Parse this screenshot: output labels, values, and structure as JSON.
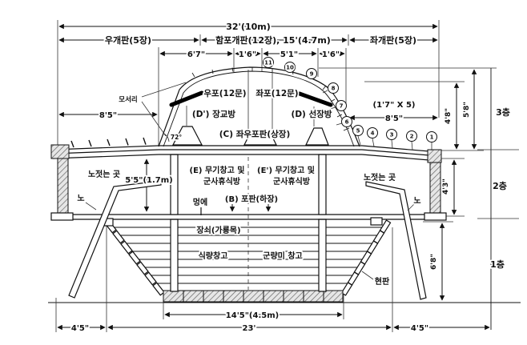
{
  "dims": {
    "overall": "32'(10m)",
    "right_panel": "우개판(5장)",
    "center_panel": "함포개판(12장), 15'(4.7m)",
    "left_panel": "좌개판(5장)",
    "d67": "6'7\"",
    "d16a": "1'6\"",
    "d51": "5'1\"",
    "d16b": "1'6\"",
    "d85_left": "8'5\"",
    "plate_size": "(1'7\" X 5)",
    "d85_right": "8'5\"",
    "d48": "4'8\"",
    "d58": "5'8\"",
    "d43": "4'3\"",
    "d68": "6'8\"",
    "h55": "5'5\"(1.7m)",
    "d145": "14'5\"(4.5m)",
    "d45_left": "4'5\"",
    "d23": "23'",
    "d45_right": "4'5\"",
    "angle": "72°"
  },
  "floors": {
    "f3": "3층",
    "f2": "2층",
    "f1": "1층"
  },
  "labels": {
    "moseori": "모서리",
    "upo": "우포(12문)",
    "jwapo": "좌포(12문)",
    "jangyobang": "(D') 장교방",
    "seonjangbang": "(D) 선장방",
    "jwaupopan": "(C) 좌우포판(상장)",
    "rowing_left": "노젓는 곳",
    "rowing_right": "노젓는 곳",
    "oar_left": "노",
    "oar_right": "노",
    "armory_left_line1": "(E) 무기창고 및",
    "armory_left_line2": "군사휴식방",
    "armory_right_line1": "(E') 무기창고 및",
    "armory_right_line2": "군사휴식방",
    "meonge": "멍에",
    "popan": "(B) 포판(하장)",
    "jangsoe": "장쇠(가룡목)",
    "food_storage": "식량창고",
    "rice_storage": "군량미 창고",
    "hyeonpan": "현판"
  },
  "plates": {
    "n1": "1",
    "n2": "2",
    "n3": "3",
    "n4": "4",
    "n5": "5",
    "n6": "6",
    "n7": "7",
    "n8": "8",
    "n9": "9",
    "n10": "10",
    "n11": "11"
  }
}
